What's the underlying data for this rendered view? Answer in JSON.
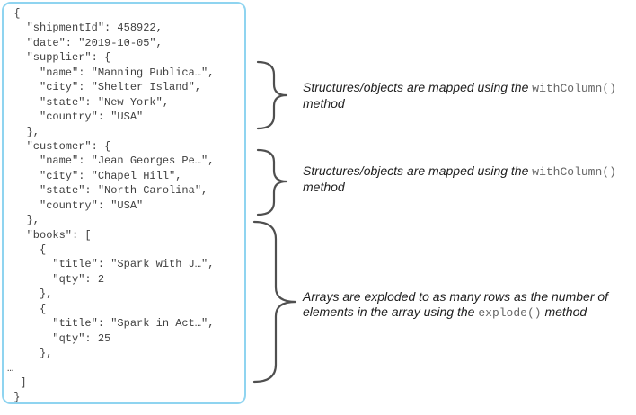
{
  "code_panel": {
    "text": " {\n   \"shipmentId\": 458922,\n   \"date\": \"2019-10-05\",\n   \"supplier\": {\n     \"name\": \"Manning Publica…\",\n     \"city\": \"Shelter Island\",\n     \"state\": \"New York\",\n     \"country\": \"USA\"\n   },\n   \"customer\": {\n     \"name\": \"Jean Georges Pe…\",\n     \"city\": \"Chapel Hill\",\n     \"state\": \"North Carolina\",\n     \"country\": \"USA\"\n   },\n   \"books\": [\n     {\n       \"title\": \"Spark with J…\",\n       \"qty\": 2\n     },\n     {\n       \"title\": \"Spark in Act…\",\n       \"qty\": 25\n     },\n…\n  ]\n }"
  },
  "annotations": [
    {
      "text_before": "Structures/objects are mapped using the ",
      "code": "withColumn()",
      "text_after": " method"
    },
    {
      "text_before": "Structures/objects are mapped using the ",
      "code": "withColumn()",
      "text_after": " method"
    },
    {
      "text_before": "Arrays are exploded to as many rows as the number of elements in the array using the ",
      "code": "explode()",
      "text_after": " method"
    }
  ],
  "colors": {
    "box_border": "#8fd4f0",
    "code_text": "#3f3f3f",
    "brace_stroke": "#4f4f4f",
    "annotation_text": "#1e1e1e",
    "annotation_code": "#666666"
  }
}
